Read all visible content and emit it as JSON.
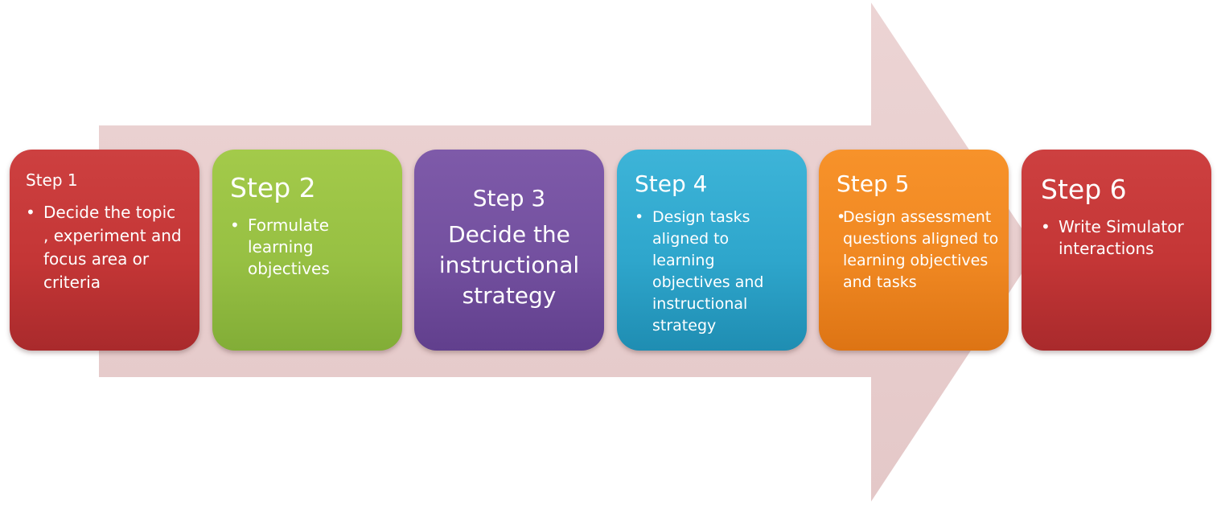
{
  "colors": {
    "arrow": "#e9cfcf",
    "step1": "#c43636",
    "step2": "#97c043",
    "step3": "#73509f",
    "step4": "#2ea6cc",
    "step5": "#f08822",
    "step6": "#c43636",
    "text": "#ffffff"
  },
  "steps": [
    {
      "title": "Step 1",
      "bullet": "•",
      "text": "Decide the topic , experiment and focus area or criteria"
    },
    {
      "title": "Step 2",
      "bullet": "•",
      "text": "Formulate learning objectives"
    },
    {
      "title": "Step 3",
      "text": "Decide the instructional strategy"
    },
    {
      "title": "Step 4",
      "bullet": "•",
      "text": "Design tasks aligned to learning objectives and instructional strategy"
    },
    {
      "title": "Step 5",
      "bullet": "•",
      "text": "Design assessment questions aligned to learning objectives and tasks"
    },
    {
      "title": "Step 6",
      "bullet": "•",
      "text": "Write Simulator interactions"
    }
  ]
}
